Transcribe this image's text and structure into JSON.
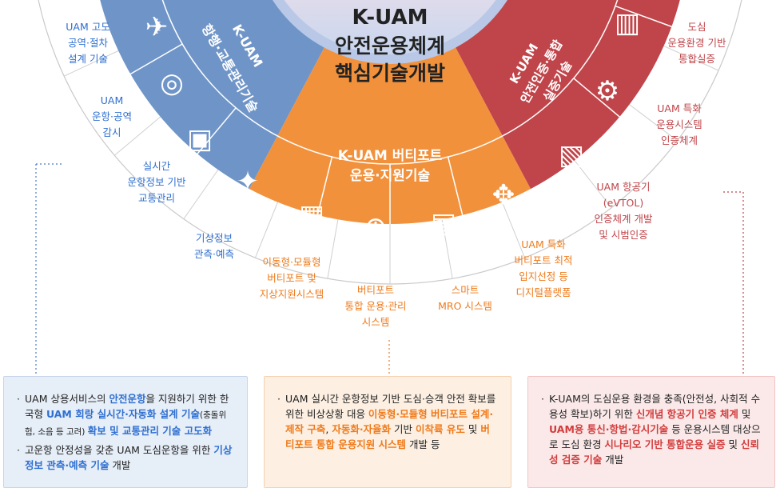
{
  "center": {
    "line1": "K-UAM",
    "line2": "안전운용체계",
    "line3": "핵심기술개발"
  },
  "segments": {
    "left": {
      "line1": "K-UAM",
      "line2": "항행·교통관리기술"
    },
    "middle": {
      "line1": "K-UAM 버티포트",
      "line2": "운용·지원기술"
    },
    "right": {
      "line1": "K-UAM",
      "line2": "안전인증·통합",
      "line3": "실증기술"
    }
  },
  "outer_labels": {
    "left": [
      [
        "UAM 고도",
        "공역·절차",
        "설계 기술"
      ],
      [
        "UAM",
        "운항·공역",
        "감시"
      ],
      [
        "실시간",
        "운항정보 기반",
        "교통관리"
      ],
      [
        "기상정보",
        "관측·예측"
      ]
    ],
    "middle": [
      [
        "이동형·모듈형",
        "버티포트 및",
        "지상지원시스템"
      ],
      [
        "버티포트",
        "통합 운용·관리",
        "시스템"
      ],
      [
        "스마트",
        "MRO 시스템"
      ],
      [
        "UAM 특화",
        "버티포트 최적",
        "입지선정 등",
        "디지털플랫폼"
      ]
    ],
    "right": [
      [
        "도심",
        "운용환경 기반",
        "통합실증"
      ],
      [
        "UAM 특화",
        "운용시스템",
        "인증체계"
      ],
      [
        "UAM 항공기",
        "(eVTOL)",
        "인증체계 개발",
        "및 시범인증"
      ]
    ]
  },
  "icons": [
    "airplane-icon",
    "radar-icon",
    "monitor-plane-icon",
    "satellite-icon",
    "vertiport-icon",
    "boarding-gate-icon",
    "smart-factory-icon",
    "drone-city-icon",
    "city-icon",
    "gear-icon",
    "document-search-icon"
  ],
  "boxes": {
    "blue": {
      "b1_p1": "UAM 상용서비스의 ",
      "b1_h1": "안전운항",
      "b1_p2": "을 지원하기 위한 한국형 ",
      "b1_h2": "UAM 회랑 실시간·자동화 설계 기술",
      "b1_s1": "(충돌위험, 소음 등 고려) ",
      "b1_h3": "확보 및 교통관리 기술 고도화",
      "b2_p1": "고운항 안정성을 갖춘 UAM 도심운항을 위한 ",
      "b2_h1": "기상정보 관측·예측 기술",
      "b2_p2": " 개발"
    },
    "orange": {
      "p1": "UAM 실시간 운항정보 기반 도심·승객 안전 확보를 위한 비상상황 대응 ",
      "h1": "이동형·모듈형 버티포트 설계·제작 구축",
      "p2": ", ",
      "h2": "자동화·자율화",
      "p3": " 기반 ",
      "h3": "이착륙 유도",
      "p4": " 및 ",
      "h4": "버티포트 통합 운용지원 시스템",
      "p5": " 개발  등"
    },
    "red": {
      "p1": "K-UAM의 도심운용 환경을 충족(안전성, 사회적 수용성 확보)하기 위한 ",
      "h1": "신개념 항공기 인증 체계",
      "p2": " 및 ",
      "h2": "UAM용 통신·항법·감시기술",
      "p3": "  등 운용시스템 대상으로 도심 환경 ",
      "h3": "시나리오 기반 통합운용 실증",
      "p4": " 및 ",
      "h4": "신뢰성 검증 기술",
      "p5": " 개발"
    }
  },
  "colors": {
    "blue": "#6f95c8",
    "orange": "#f2913c",
    "red": "#c0454a",
    "center_top": "#f9dde3",
    "center_bottom": "#cfdaf0"
  }
}
